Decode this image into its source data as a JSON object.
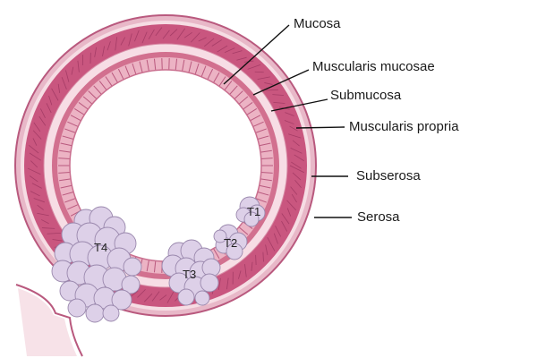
{
  "diagram": {
    "layer_labels": {
      "mucosa": "Mucosa",
      "muscularis_mucosae": "Muscularis mucosae",
      "submucosa": "Submucosa",
      "muscularis_propria": "Muscularis propria",
      "subserosa": "Subserosa",
      "serosa": "Serosa"
    },
    "tumor_labels": {
      "t1": "T1",
      "t2": "T2",
      "t3": "T3",
      "t4": "T4"
    },
    "colors": {
      "serosa": "#e8b8c8",
      "subserosa": "#f6dde4",
      "muscularis_propria": "#c9567f",
      "submucosa": "#f7dde5",
      "muscularis_mucosae": "#d2708f",
      "mucosa": "#ecb3c4",
      "tumor": "#ddd0e8",
      "tumor_outline": "#9a88ad"
    }
  }
}
